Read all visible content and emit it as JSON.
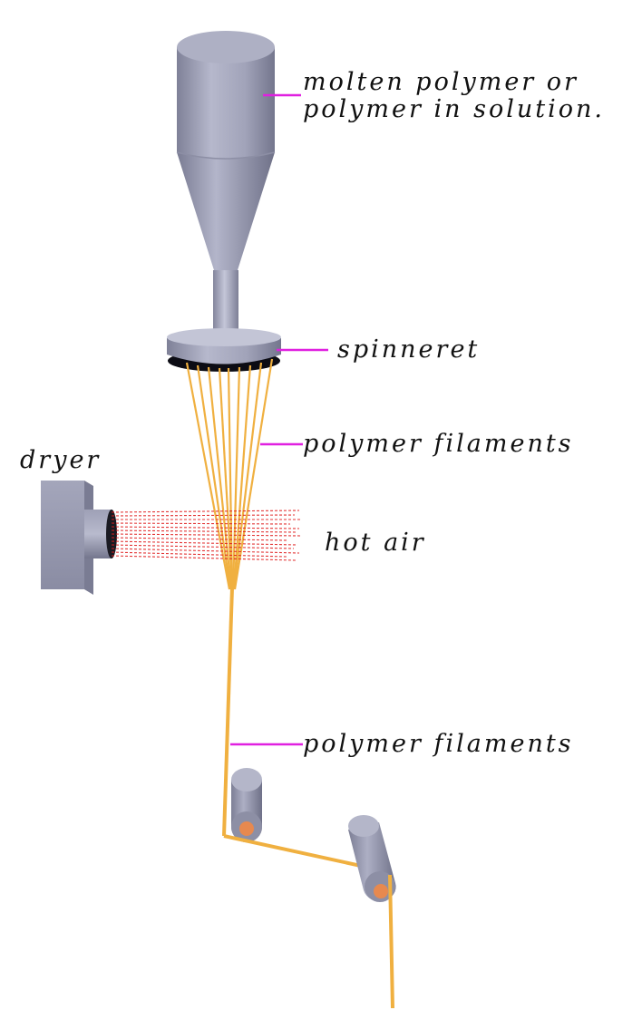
{
  "labels": {
    "hopper_line1": "molten polymer or",
    "hopper_line2": "polymer in solution.",
    "spinneret": "spinneret",
    "filaments_upper": "polymer filaments",
    "dryer": "dryer",
    "hot_air": "hot air",
    "filaments_lower": "polymer filaments"
  },
  "colors": {
    "leader_line": "#e020e0",
    "filament": "#f0b040",
    "hot_air": "#e02020",
    "machine_body": "#9a9cb4"
  }
}
